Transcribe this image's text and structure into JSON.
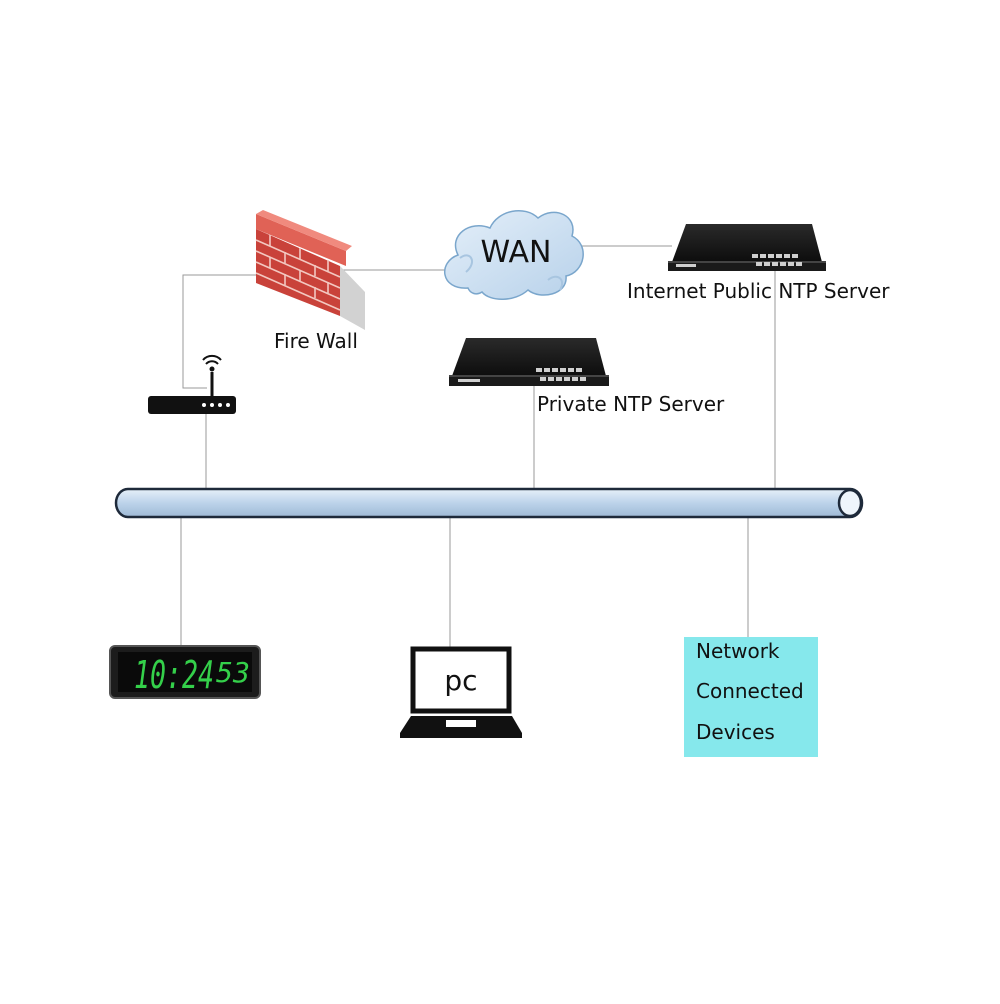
{
  "nodes": {
    "wan": {
      "label": "WAN"
    },
    "firewall": {
      "label": "Fire Wall"
    },
    "private_ntp": {
      "label": "Private NTP Server"
    },
    "public_ntp": {
      "label": "Internet Public NTP Server"
    },
    "pc": {
      "label": "pc"
    },
    "clock": {
      "hours_minutes": "10:24",
      "seconds": "53"
    },
    "network_devices": {
      "lines": [
        "Network",
        "Connected",
        "Devices"
      ]
    }
  },
  "colors": {
    "lan_pipe": "#bcd3ea",
    "devices_box": "#86e8ec",
    "firewall_brick": "#d9534a",
    "clock_digits": "#34d04a",
    "wan_cloud": "#c5dcf0"
  }
}
